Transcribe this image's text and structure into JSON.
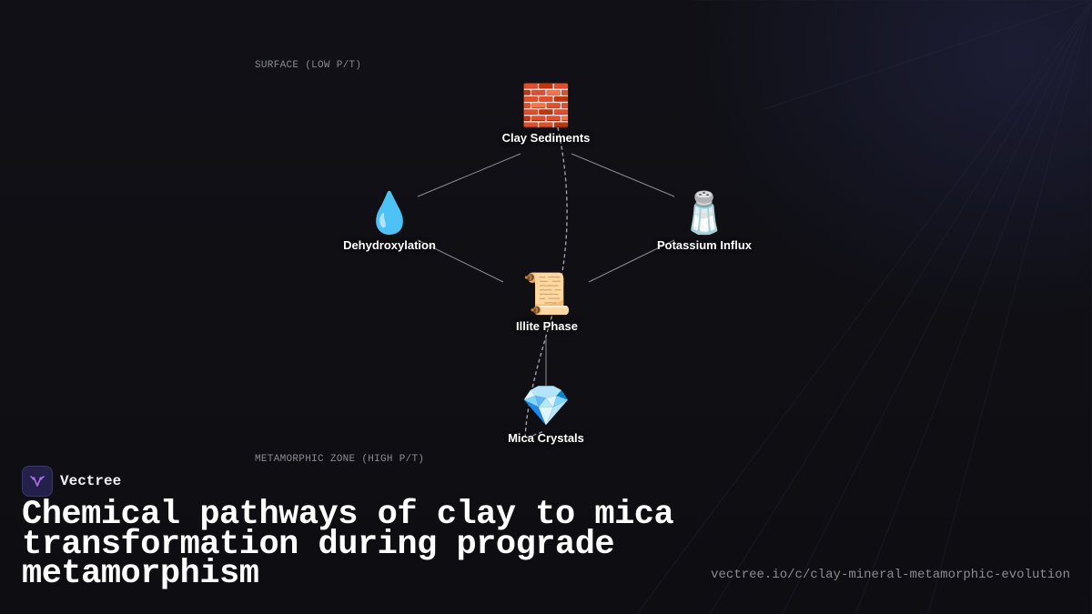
{
  "zones": {
    "top": "SURFACE (LOW P/T)",
    "bottom": "METAMORPHIC ZONE (HIGH P/T)"
  },
  "nodes": {
    "clay": {
      "label": "Clay Sediments",
      "icon": "brick-icon",
      "glyph": "🧱"
    },
    "dehydroxylation": {
      "label": "Dehydroxylation",
      "icon": "water-drop-icon",
      "glyph": "💧"
    },
    "potassium": {
      "label": "Potassium Influx",
      "icon": "salt-shaker-icon",
      "glyph": "🧂"
    },
    "illite": {
      "label": "Illite Phase",
      "icon": "scroll-icon",
      "glyph": "📜"
    },
    "mica": {
      "label": "Mica Crystals",
      "icon": "gem-icon",
      "glyph": "💎"
    }
  },
  "brand": {
    "name": "Vectree",
    "logo_icon": "vectree-logo-icon",
    "accent": "#b06cf0"
  },
  "title": "Chemical pathways of clay to mica transformation during prograde metamorphism",
  "url": "vectree.io/c/clay-mineral-metamorphic-evolution",
  "colors": {
    "background": "#0f0f14",
    "edge": "#8c8c96",
    "text": "#ffffff",
    "muted": "#8a8a92"
  }
}
